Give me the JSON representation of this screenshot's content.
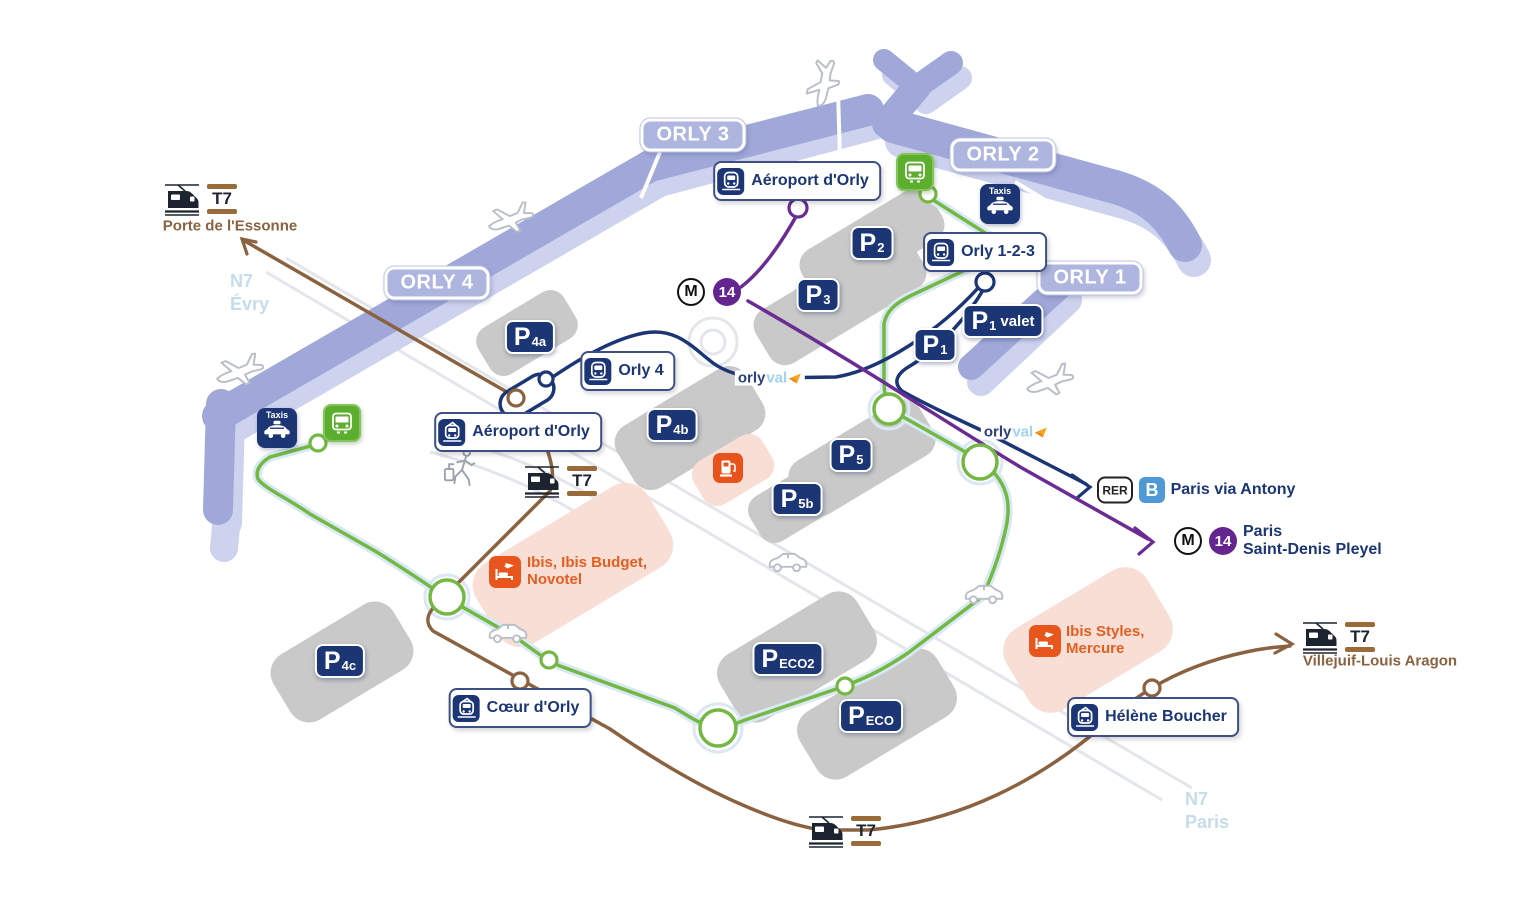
{
  "terminals": [
    {
      "label": "ORLY 4"
    },
    {
      "label": "ORLY 3"
    },
    {
      "label": "ORLY 2"
    },
    {
      "label": "ORLY 1"
    }
  ],
  "parkings": [
    {
      "p": "P",
      "sub": "4a",
      "extra": ""
    },
    {
      "p": "P",
      "sub": "2",
      "extra": ""
    },
    {
      "p": "P",
      "sub": "3",
      "extra": ""
    },
    {
      "p": "P",
      "sub": "1",
      "extra": "valet"
    },
    {
      "p": "P",
      "sub": "1",
      "extra": ""
    },
    {
      "p": "P",
      "sub": "4b",
      "extra": ""
    },
    {
      "p": "P",
      "sub": "5",
      "extra": ""
    },
    {
      "p": "P",
      "sub": "5b",
      "extra": ""
    },
    {
      "p": "P",
      "sub": "4c",
      "extra": ""
    },
    {
      "p": "P",
      "sub": "ECO2",
      "extra": ""
    },
    {
      "p": "P",
      "sub": "ECO",
      "extra": ""
    }
  ],
  "stations": {
    "metro_aeroport": {
      "label": "Aéroport d'Orly"
    },
    "val_orly123": {
      "label": "Orly 1-2-3"
    },
    "val_orly4": {
      "label": "Orly 4"
    },
    "tram_aeroport": {
      "label": "Aéroport d'Orly"
    },
    "tram_coeur": {
      "label": "Cœur d'Orly"
    },
    "tram_helene": {
      "label": "Hélène Boucher"
    }
  },
  "t7": {
    "line": "T7",
    "porte_essonne": "Porte de l'Essonne",
    "villejuif": "Villejuif-Louis Aragon"
  },
  "metro14": {
    "m": "M",
    "num": "14",
    "dest1": "Paris",
    "dest2": "Saint-Denis Pleyel"
  },
  "rer_b": {
    "rer": "RER",
    "letter": "B",
    "dest": "Paris via Antony"
  },
  "orlyval": {
    "orly": "orly",
    "val": "val"
  },
  "hotels": [
    {
      "line1": "Ibis, Ibis Budget,",
      "line2": "Novotel"
    },
    {
      "line1": "Ibis Styles,",
      "line2": "Mercure"
    }
  ],
  "roads": {
    "n7_evry": {
      "l1": "N7",
      "l2": "Évry"
    },
    "n7_paris": {
      "l1": "N7",
      "l2": "Paris"
    }
  },
  "taxis": "Taxis",
  "colors": {
    "navy": "#1b3575",
    "terminal": "#9fa8d8",
    "terminal_light": "#cdd2ee",
    "tag": "#aeb5de",
    "green": "#74b843",
    "bus_green": "#5cae2e",
    "brown": "#8a6240",
    "purple": "#6a2b93",
    "m14_purple": "#65258f",
    "orange": "#e8561d",
    "rer_blue": "#4f9ad6",
    "val_blue": "#9ed4ef",
    "val_arrow": "#f2a71f",
    "parking_gray": "#c9c9c9",
    "hotel_pink": "#f9ded6",
    "road": "#e3e6ea",
    "n7_text": "#c5dcea"
  }
}
